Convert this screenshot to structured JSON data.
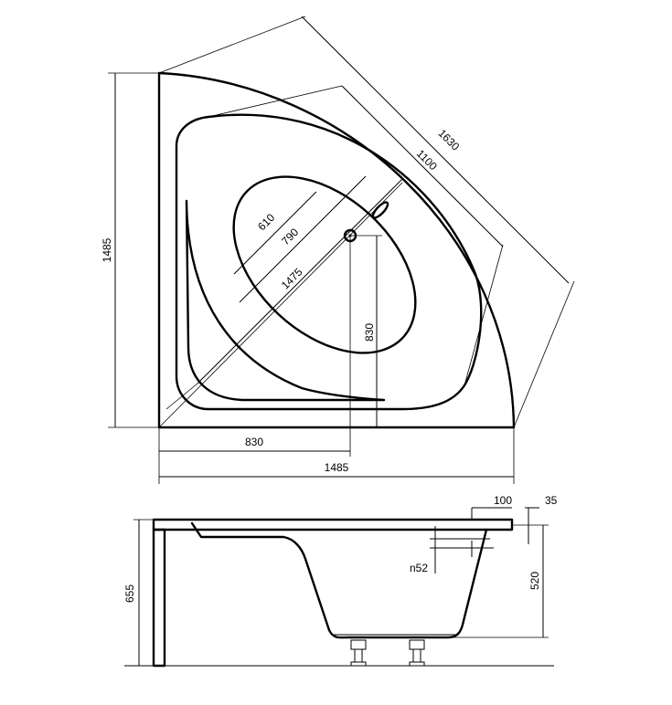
{
  "plan_view": {
    "dims": {
      "height": "1485",
      "width_total": "1485",
      "width_drain": "830",
      "drain_height": "830",
      "diag_outer": "1630",
      "diag_inner": "1100",
      "inner_basin": "1475",
      "oval_long": "790",
      "oval_short": "610"
    }
  },
  "side_view": {
    "dims": {
      "total_height": "655",
      "depth": "520",
      "rim_width": "100",
      "rim_thickness": "35",
      "overflow": "n52"
    }
  }
}
